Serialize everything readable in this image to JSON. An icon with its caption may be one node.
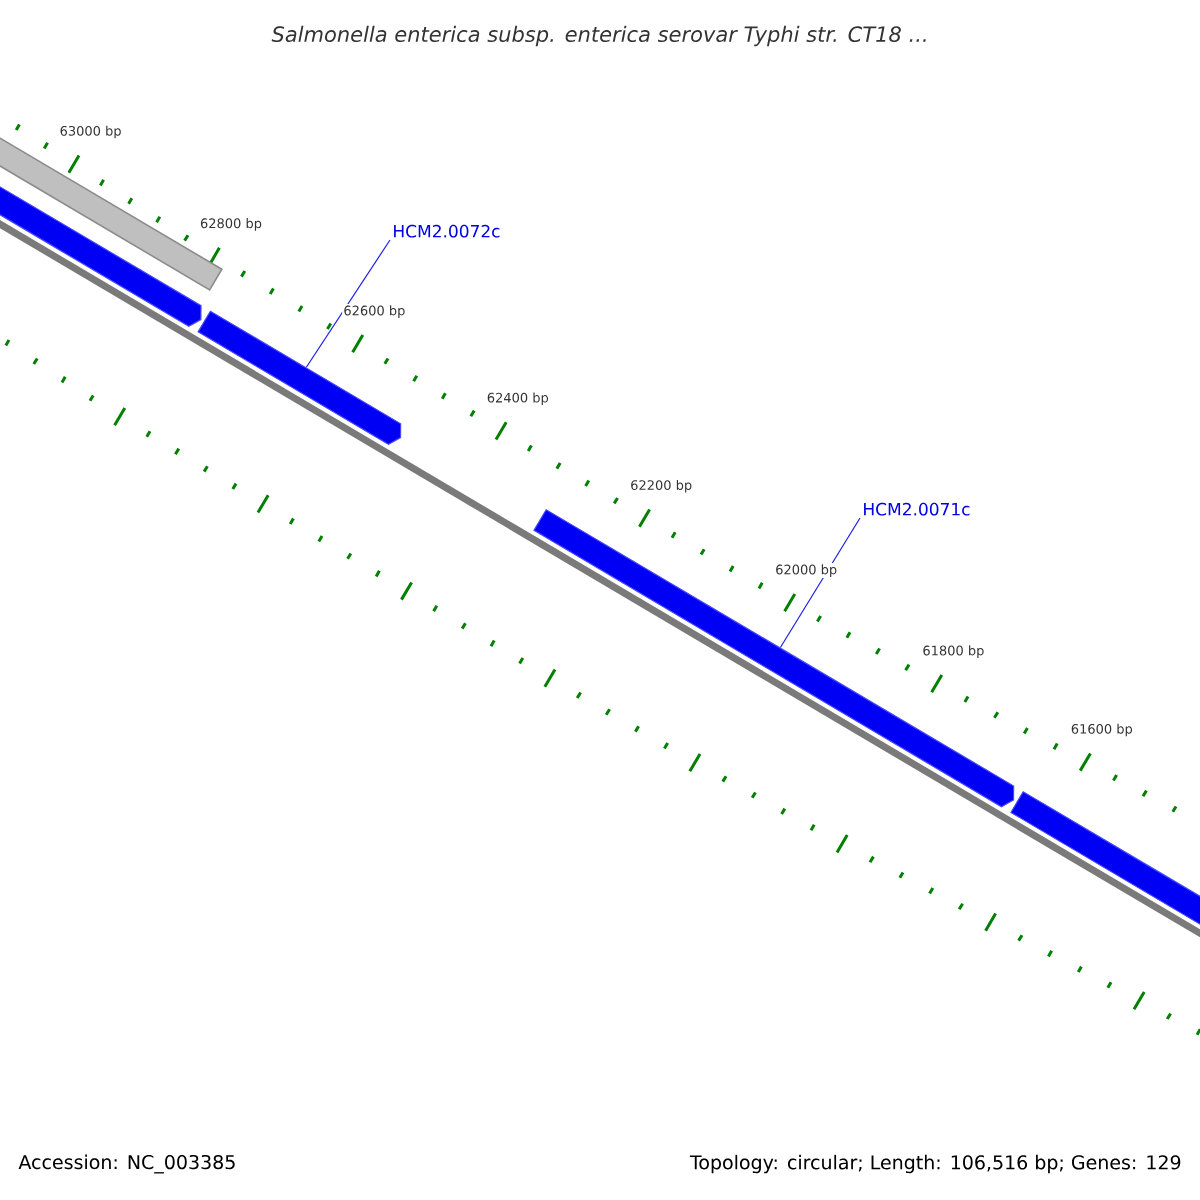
{
  "diagram": {
    "title": "Salmonella enterica subsp. enterica serovar Typhi str. CT18 ...",
    "nodes": [
      {
        "text": [
          "HCM2.0072c"
        ]
      },
      {
        "text": [
          "HCM2.0071c"
        ]
      },
      {
        "text": [],
        "shape": "bar"
      },
      {
        "text": [],
        "shape": "arrow"
      },
      {
        "text": [],
        "shape": "arrow"
      },
      {
        "text": [],
        "shape": "arrow"
      },
      {
        "text": [],
        "shape": "arrow"
      }
    ],
    "edges": [
      {
        "from": 0,
        "to": 4,
        "arrow": "none"
      },
      {
        "from": 1,
        "to": 5,
        "arrow": "none"
      }
    ],
    "labels": [
      "63000 bp",
      "62800 bp",
      "62600 bp",
      "62400 bp",
      "62200 bp",
      "62000 bp",
      "61800 bp",
      "61600 bp",
      "Accession: NC_003385",
      "Topology: circular; Length: 106,516 bp; Genes: 129"
    ]
  }
}
